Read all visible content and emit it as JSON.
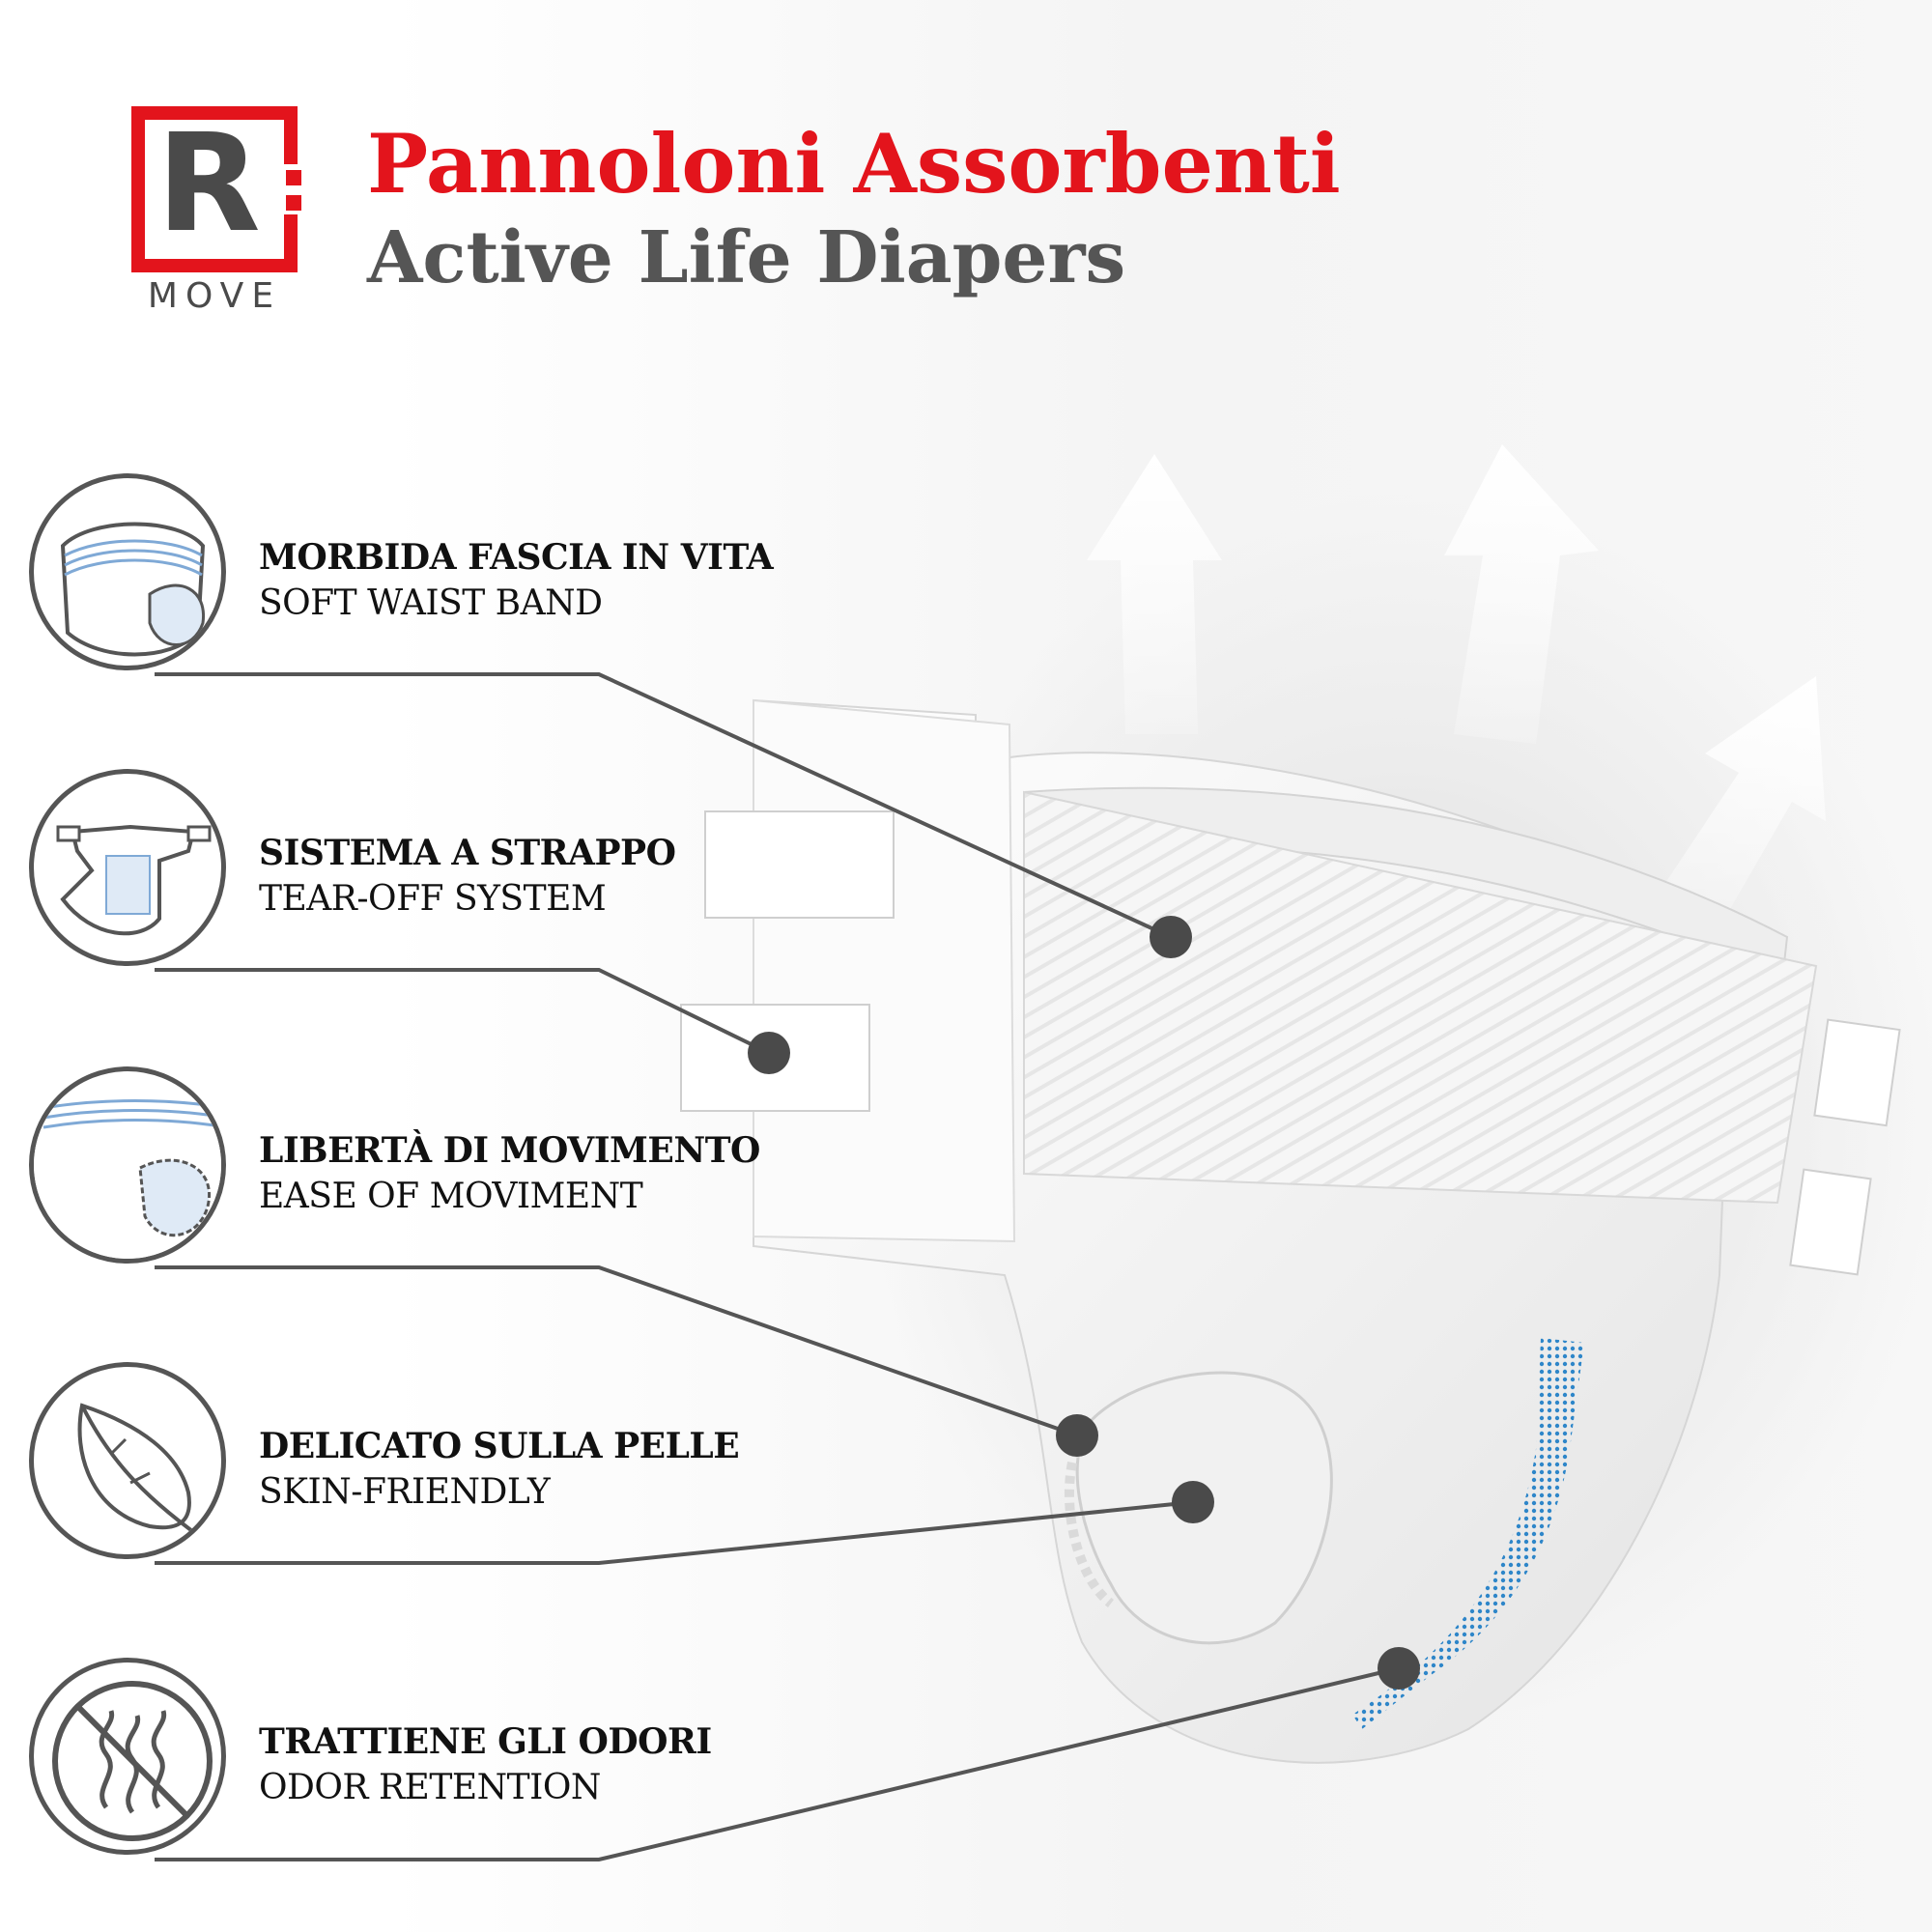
{
  "brand": {
    "logo_letter": "R",
    "logo_word": "MOVE",
    "accent_color": "#e3141c",
    "text_gray": "#555555"
  },
  "header": {
    "title": "Pannoloni Assorbenti",
    "subtitle": "Active Life Diapers"
  },
  "features": [
    {
      "icon": "waistband-diaper-icon",
      "label_it": "MORBIDA FASCIA IN VITA",
      "label_en": "SOFT WAIST BAND"
    },
    {
      "icon": "open-diaper-tabs-icon",
      "label_it": "SISTEMA A STRAPPO",
      "label_en": "TEAR-OFF SYSTEM"
    },
    {
      "icon": "leg-cuff-icon",
      "label_it": "LIBERTÀ DI MOVIMENTO",
      "label_en": "EASE OF MOVIMENT"
    },
    {
      "icon": "feather-icon",
      "label_it": "DELICATO SULLA PELLE",
      "label_en": "SKIN-FRIENDLY"
    },
    {
      "icon": "no-odor-icon",
      "label_it": "TRATTIENE GLI ODORI",
      "label_en": "ODOR RETENTION"
    }
  ]
}
